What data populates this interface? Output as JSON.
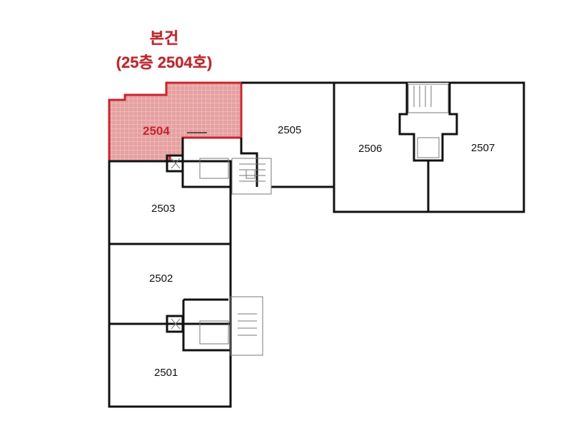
{
  "title": {
    "line1": "본건",
    "line2": "(25층 2504호)"
  },
  "colors": {
    "highlight": "#c8252c",
    "highlight_fill": "#e8a2a2",
    "wall": "#111111"
  },
  "units": [
    {
      "id": "2501",
      "label": "2501",
      "highlighted": false
    },
    {
      "id": "2502",
      "label": "2502",
      "highlighted": false
    },
    {
      "id": "2503",
      "label": "2503",
      "highlighted": false
    },
    {
      "id": "2504",
      "label": "2504",
      "highlighted": true
    },
    {
      "id": "2505",
      "label": "2505",
      "highlighted": false
    },
    {
      "id": "2506",
      "label": "2506",
      "highlighted": false
    },
    {
      "id": "2507",
      "label": "2507",
      "highlighted": false
    }
  ]
}
